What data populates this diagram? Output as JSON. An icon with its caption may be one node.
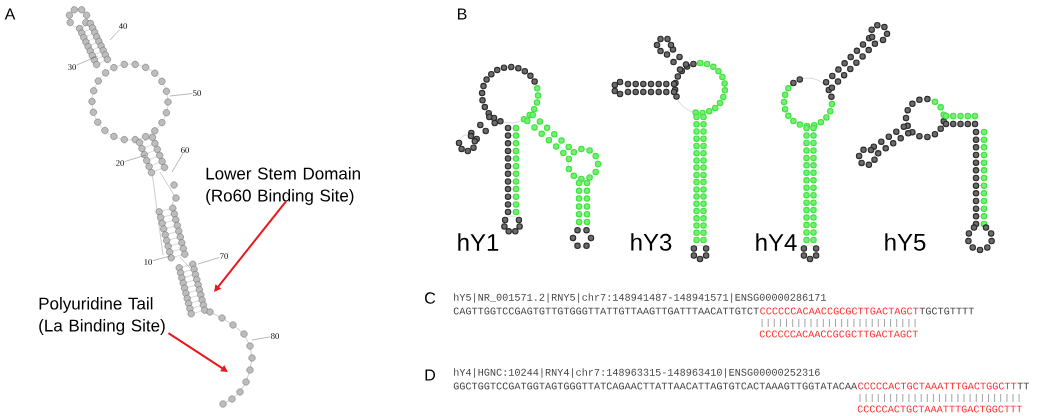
{
  "diagram": {
    "nodes": [
      {
        "text": [
          "Lower Stem Domain (Ro60 Binding Site)"
        ]
      },
      {
        "text": [
          "Polyuridine Tail (La Binding Site)"
        ]
      }
    ],
    "edges": [
      {
        "from": 0,
        "to": null,
        "arrow": "to"
      },
      {
        "from": 1,
        "to": null,
        "arrow": "to"
      }
    ],
    "labels": [
      "A",
      "40",
      "30",
      "50",
      "20",
      "60",
      "10",
      "70",
      "80",
      "B",
      "hY1",
      "hY3",
      "hY4",
      "hY5",
      "C",
      "hY5|NR_001571.2|RNY5|chr7:148941487-148941571|ENSG00000286171",
      "CAGTTGGTCCGAGTGTTGTGGGTTATTGTTAAGTTGATTTAACATTGTCT",
      "CCCCCCACAACCGCGCTTGACTAGCT",
      "TGCTGTTTT",
      "CCCCCCACAACCGCGCTTGACTAGCT",
      "D",
      "hY4|HGNC:10244|RNY4|chr7:148963315-148963410|ENSG00000252316",
      "GGCTGGTCCGATGGTAGTGGGTTATCAGAACTTATTAACATTAGTGTCACTAAAGTTGGTATACAA",
      "CCCCCACTGCTAAATTTGACTGGCTT",
      "TT",
      "CCCCCACTGCTAAATTTGACTGGCTTT"
    ]
  }
}
